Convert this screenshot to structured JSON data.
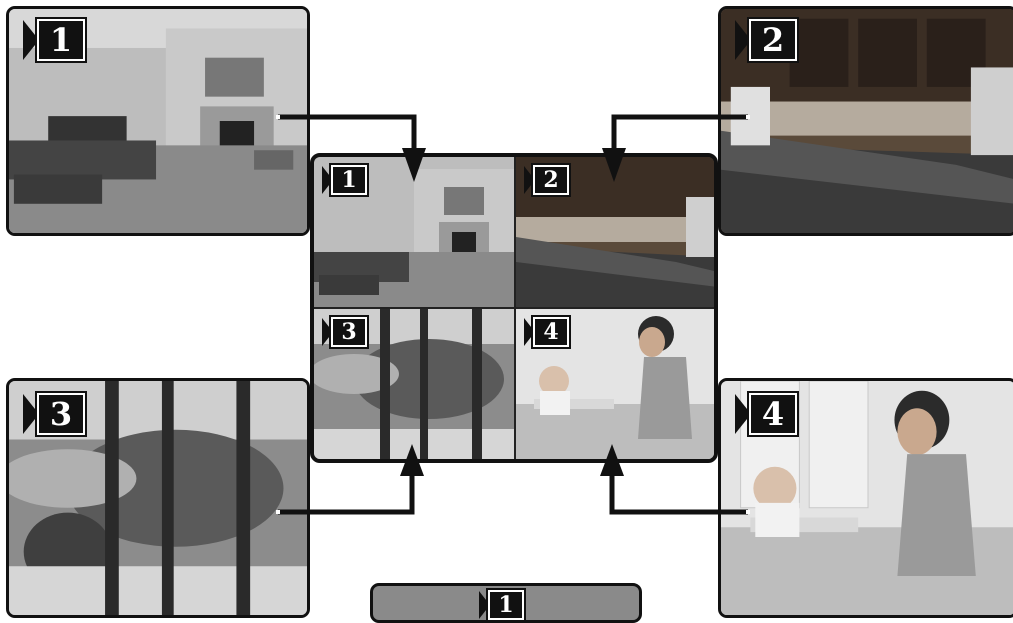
{
  "cameras": {
    "cam1": {
      "label": "1",
      "scene": "living room with fireplace"
    },
    "cam2": {
      "label": "2",
      "scene": "kitchen"
    },
    "cam3": {
      "label": "3",
      "scene": "baby in crib"
    },
    "cam4": {
      "label": "4",
      "scene": "mother feeding baby"
    }
  },
  "partial_monitor": {
    "label": "1"
  }
}
